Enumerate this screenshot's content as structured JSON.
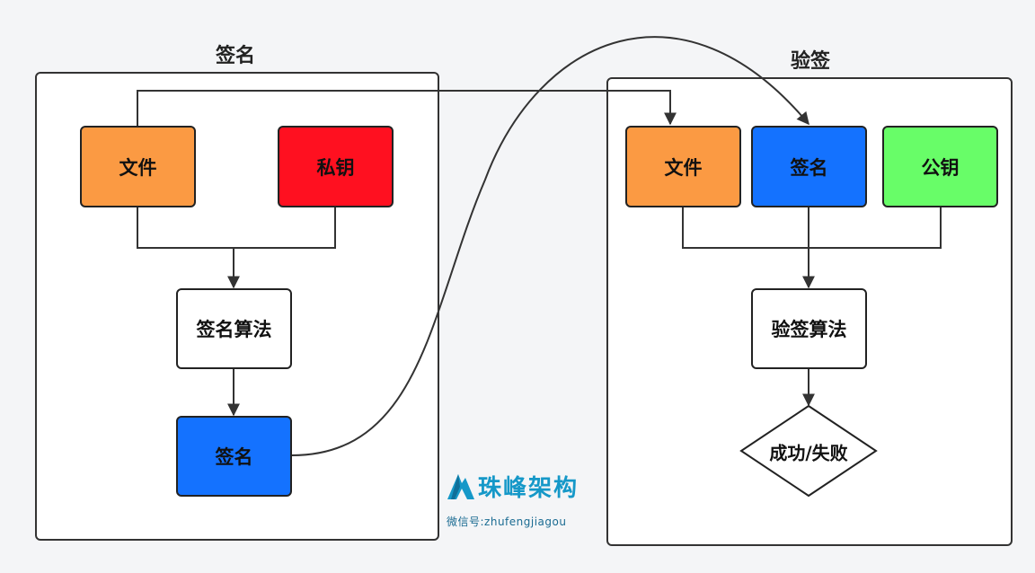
{
  "colors": {
    "file": "#fb9a43",
    "private_key": "#ff1020",
    "signature": "#1472ff",
    "public_key": "#68fd68",
    "plain": "#ffffff",
    "watermark": "#1598c8"
  },
  "sign_group": {
    "title": "签名",
    "file_label": "文件",
    "private_key_label": "私钥",
    "algorithm_label": "签名算法",
    "signature_label": "签名"
  },
  "verify_group": {
    "title": "验签",
    "file_label": "文件",
    "signature_label": "签名",
    "public_key_label": "公钥",
    "algorithm_label": "验签算法",
    "result_label": "成功/失败"
  },
  "watermark": {
    "icon": "mountain-logo-icon",
    "title": "珠峰架构",
    "subtitle": "微信号:zhufengjiagou"
  }
}
